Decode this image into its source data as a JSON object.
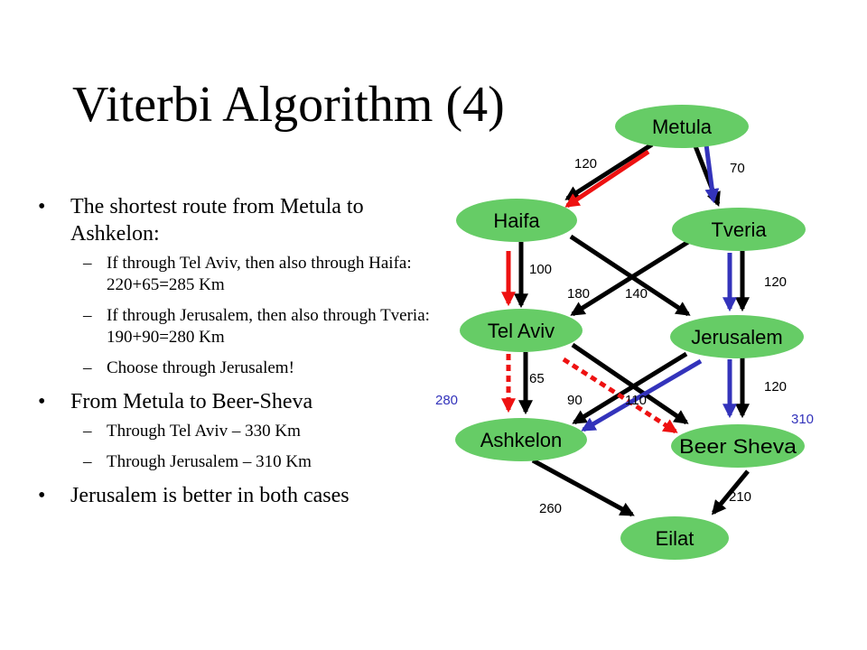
{
  "title": "Viterbi Algorithm (4)",
  "bullets": [
    {
      "text": "The shortest route from Metula to Ashkelon:",
      "sub": [
        "If through Tel Aviv, then also through Haifa: 220+65=285 Km",
        "If through Jerusalem, then also through Tveria: 190+90=280 Km",
        "Choose through Jerusalem!"
      ]
    },
    {
      "text": "From Metula to Beer-Sheva",
      "sub": [
        "Through Tel Aviv – 330 Km",
        "Through Jerusalem – 310 Km"
      ]
    },
    {
      "text": "Jerusalem is better in both cases",
      "sub": []
    }
  ],
  "colors": {
    "node_fill": "#66cc66",
    "edge": "#000000",
    "red_path": "#ee1111",
    "blue_path": "#3333bb",
    "total_label": "#3333bb"
  },
  "graph": {
    "nodes": [
      {
        "id": "metula",
        "label": "Metula"
      },
      {
        "id": "haifa",
        "label": "Haifa"
      },
      {
        "id": "tveria",
        "label": "Tveria"
      },
      {
        "id": "telaviv",
        "label": "Tel Aviv"
      },
      {
        "id": "jerusalem",
        "label": "Jerusalem"
      },
      {
        "id": "ashkelon",
        "label": "Ashkelon"
      },
      {
        "id": "beersheva",
        "label": "Beer Sheva"
      },
      {
        "id": "eilat",
        "label": "Eilat"
      }
    ],
    "edges": [
      {
        "from": "metula",
        "to": "haifa",
        "weight": "120"
      },
      {
        "from": "metula",
        "to": "tveria",
        "weight": "70"
      },
      {
        "from": "haifa",
        "to": "telaviv",
        "weight": "100"
      },
      {
        "from": "haifa",
        "to": "jerusalem",
        "weight": "140"
      },
      {
        "from": "tveria",
        "to": "telaviv",
        "weight": "180"
      },
      {
        "from": "tveria",
        "to": "jerusalem",
        "weight": "120"
      },
      {
        "from": "telaviv",
        "to": "ashkelon",
        "weight": "65"
      },
      {
        "from": "telaviv",
        "to": "beersheva",
        "weight": "110"
      },
      {
        "from": "jerusalem",
        "to": "ashkelon",
        "weight": "90"
      },
      {
        "from": "jerusalem",
        "to": "beersheva",
        "weight": "120"
      },
      {
        "from": "ashkelon",
        "to": "eilat",
        "weight": "260"
      },
      {
        "from": "beersheva",
        "to": "eilat",
        "weight": "210"
      }
    ],
    "totals": [
      {
        "node": "ashkelon",
        "value": "280"
      },
      {
        "node": "beersheva",
        "value": "310"
      }
    ]
  }
}
